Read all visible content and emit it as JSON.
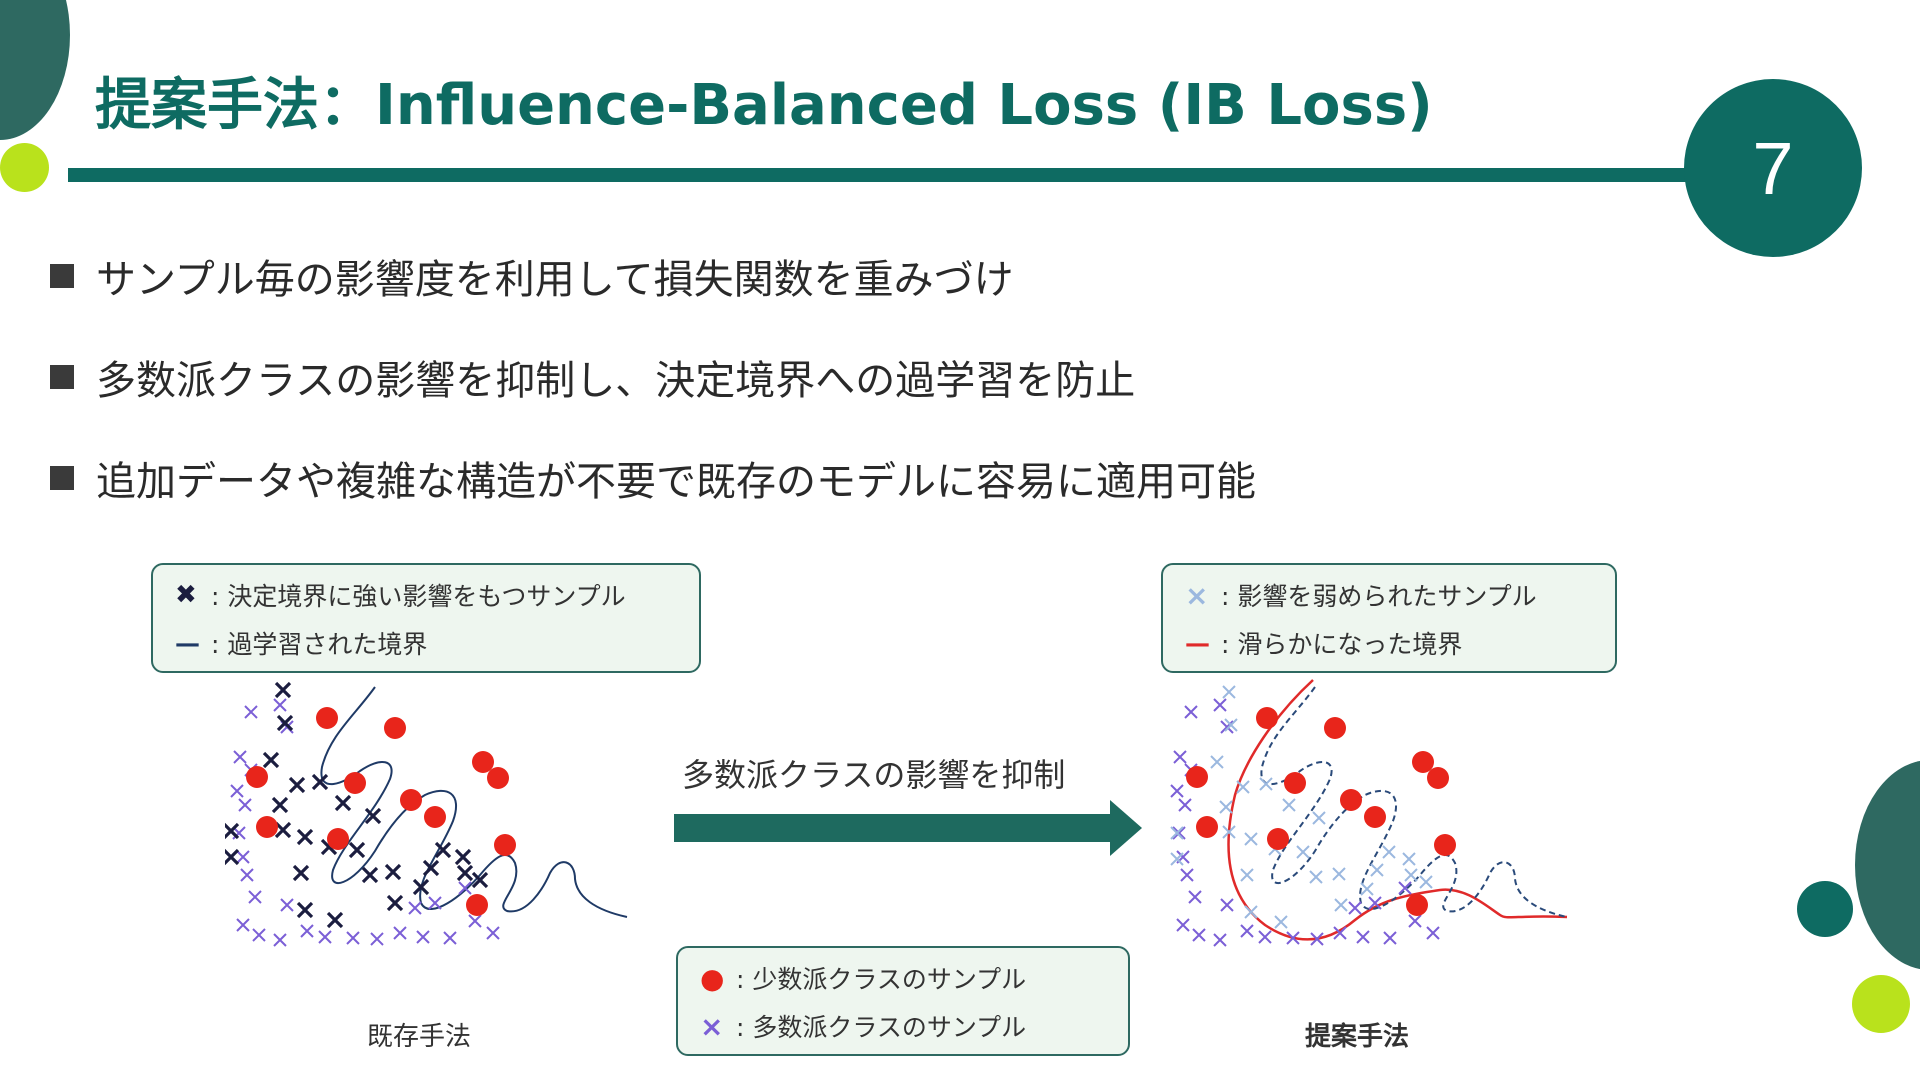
{
  "slide": {
    "title": "提案手法：Influence-Balanced Loss (IB Loss)",
    "page_number": "7",
    "bullets": [
      "サンプル毎の影響度を利用して損失関数を重みづけ",
      "多数派クラスの影響を抑制し、決定境界への過学習を防止",
      "追加データや複雑な構造が不要で既存のモデルに容易に適用可能"
    ]
  },
  "figure": {
    "legend_left": {
      "items": [
        {
          "symbol": "✖",
          "text": ": 決定境界に強い影響をもつサンプル"
        },
        {
          "symbol": "—",
          "text": ": 過学習された境界"
        }
      ]
    },
    "legend_right": {
      "items": [
        {
          "symbol": "×",
          "text": ": 影響を弱められたサンプル"
        },
        {
          "symbol": "—",
          "text": ": 滑らかになった境界"
        }
      ]
    },
    "legend_bottom": {
      "items": [
        {
          "symbol": "●",
          "text": ": 少数派クラスのサンプル"
        },
        {
          "symbol": "×",
          "text": ": 多数派クラスのサンプル"
        }
      ]
    },
    "arrow_label": "多数派クラスの影響を抑制",
    "left_caption": "既存手法",
    "right_caption": "提案手法"
  },
  "colors": {
    "accent_teal": "#0e6b62",
    "lime": "#b9e21c",
    "minority_red": "#e8251b",
    "majority_purple": "#7b5fd6",
    "influential_navy": "#1b1d3f",
    "weakened_lightblue": "#9bb8df",
    "overfit_boundary": "#1f3a66",
    "smooth_boundary": "#e02a2a"
  }
}
